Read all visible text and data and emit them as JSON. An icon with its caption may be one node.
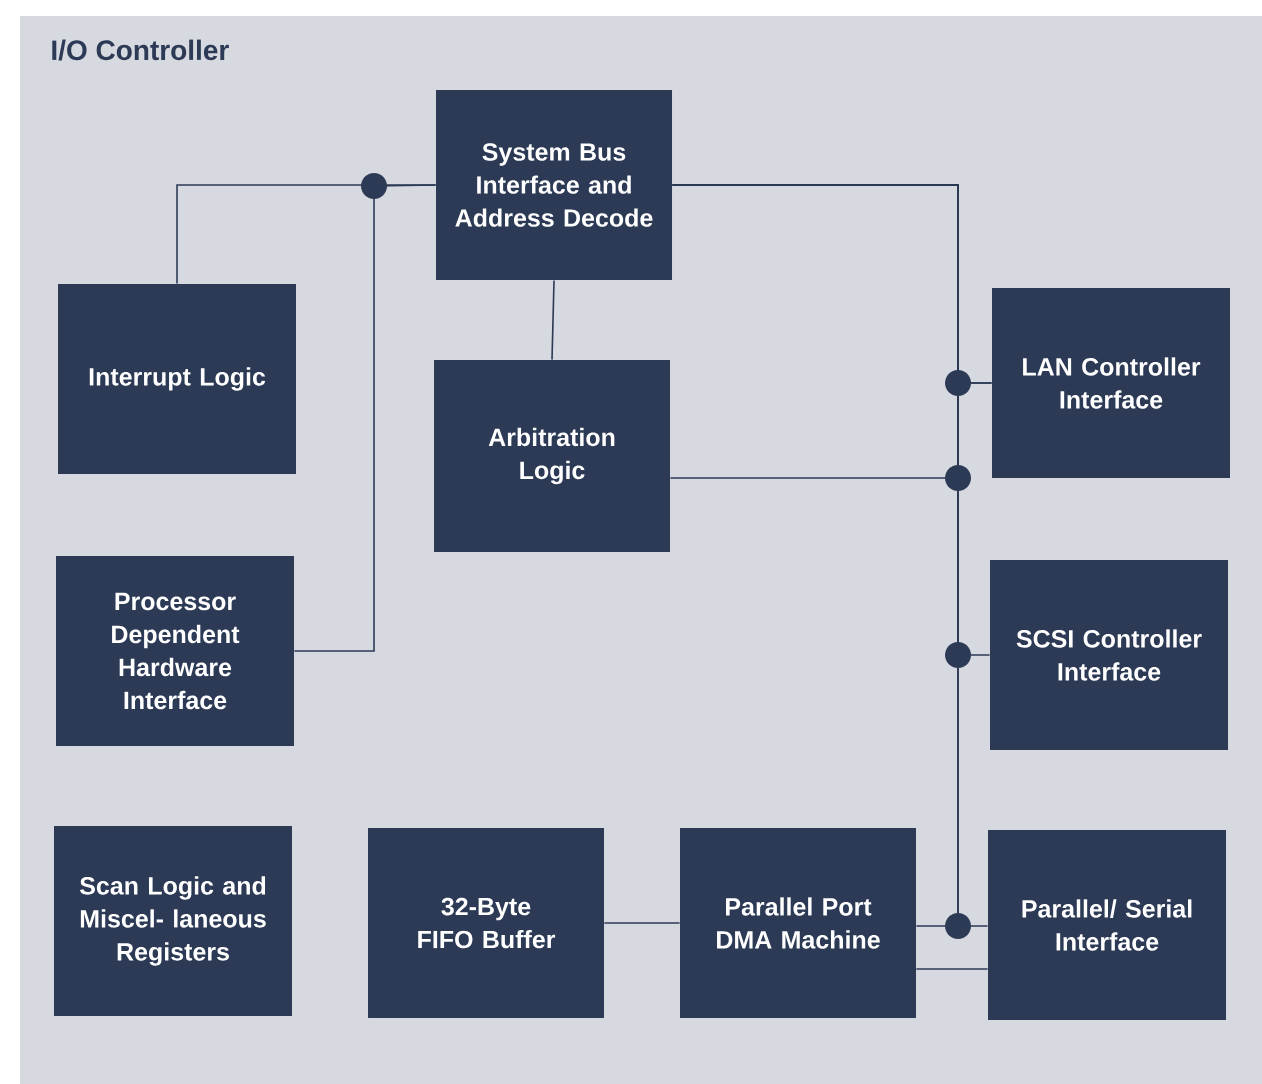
{
  "diagram": {
    "title": "I/O Controller",
    "nodes": [
      {
        "text": [
          "System Bus Interface and Address Decode"
        ]
      },
      {
        "text": [
          "Interrupt Logic"
        ]
      },
      {
        "text": [
          "Arbitration Logic"
        ]
      },
      {
        "text": [
          "LAN Controller Interface"
        ]
      },
      {
        "text": [
          "Processor Dependent Hardware Interface"
        ]
      },
      {
        "text": [
          "SCSI Controller Interface"
        ]
      },
      {
        "text": [
          "Scan Logic and Miscel- laneous Registers"
        ]
      },
      {
        "text": [
          "32-Byte FIFO Buffer"
        ]
      },
      {
        "text": [
          "Parallel Port DMA Machine"
        ]
      },
      {
        "text": [
          "Parallel/ Serial Interface"
        ]
      }
    ],
    "edges": [
      {
        "from": 1,
        "to": 0,
        "arrow": "none"
      },
      {
        "from": 4,
        "to": 0,
        "arrow": "none"
      },
      {
        "from": 0,
        "to": 3,
        "arrow": "none"
      },
      {
        "from": 0,
        "to": 5,
        "arrow": "none"
      },
      {
        "from": 0,
        "to": 9,
        "arrow": "none"
      },
      {
        "from": 0,
        "to": 8,
        "arrow": "none"
      },
      {
        "from": 0,
        "to": 2,
        "arrow": "none"
      },
      {
        "from": 2,
        "to": 3,
        "arrow": "none"
      },
      {
        "from": 7,
        "to": 8,
        "arrow": "none"
      },
      {
        "from": 8,
        "to": 9,
        "arrow": "none"
      }
    ]
  }
}
